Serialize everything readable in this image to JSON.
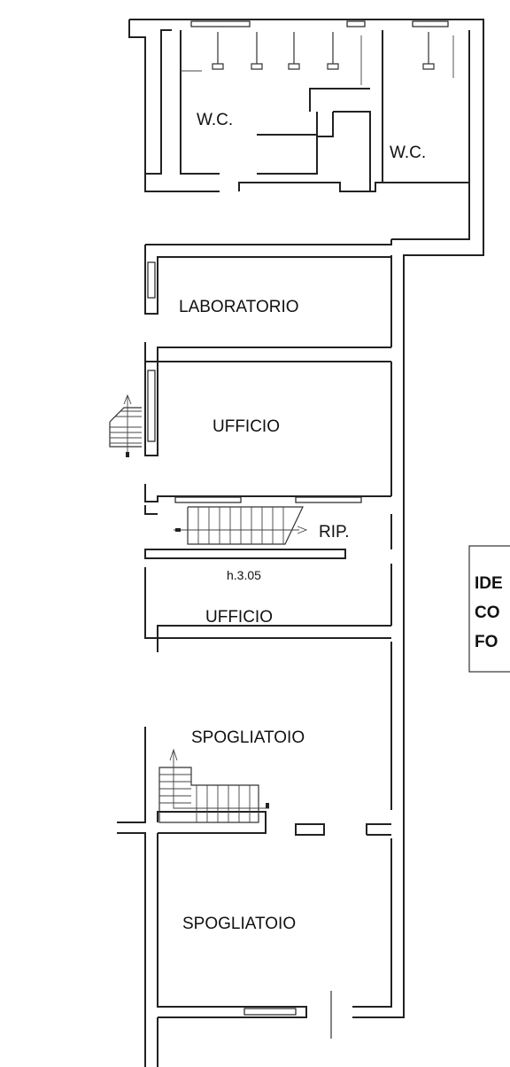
{
  "rooms": {
    "wc_left": "W.C.",
    "wc_right": "W.C.",
    "laboratorio": "LABORATORIO",
    "ufficio_1": "UFFICIO",
    "ripostiglio": "RIP.",
    "height_note": "h.3.05",
    "ufficio_2": "UFFICIO",
    "spogliatoio_1": "SPOGLIATOIO",
    "spogliatoio_2": "SPOGLIATOIO"
  },
  "legend_box": {
    "line1": "IDE",
    "line2": "CO",
    "line3": "FO"
  }
}
